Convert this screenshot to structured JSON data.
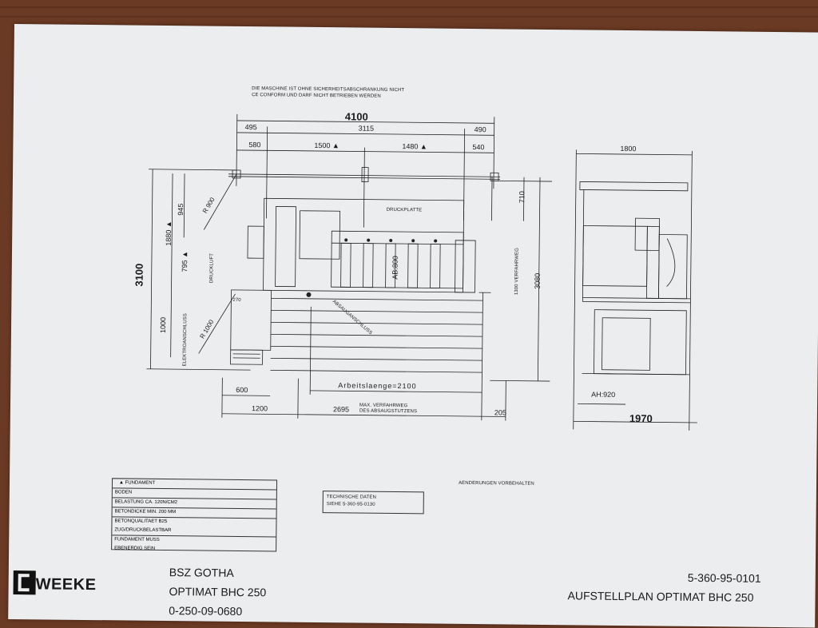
{
  "notice": {
    "line1": "DIE MASCHINE IST OHNE SICHERHEITSABSCHRANKUNG NICHT",
    "line2": "CE CONFORM UND DARF NICHT BETRIEBEN WERDEN"
  },
  "drawing": {
    "dim_total_width": "4100",
    "dim_495": "495",
    "dim_3115": "3115",
    "dim_490": "490",
    "dim_580": "580",
    "dim_1500": "1500 ▲",
    "dim_1480": "1480 ▲",
    "dim_540": "540",
    "dim_945": "945",
    "dim_1880": "1880 ▲",
    "dim_795": "795 ▲",
    "dim_3100": "3100",
    "dim_1000": "1000",
    "dim_710": "710",
    "dim_3080": "3080",
    "r900": "R 900",
    "r1000": "R 1000",
    "dim_270": "270",
    "druckluft": "DRUCKLUFT",
    "elektroanschluss": "ELEKTROANSCHLUSS",
    "druckplatte": "DRUCKPLATTE",
    "ab800": "AB:800",
    "verfahrweg": "1300 VERFAHRWEG",
    "absaug": "ABSAUGANSCHLUSS",
    "arbeitslaenge": "Arbeitslaenge=2100",
    "dim_600": "600",
    "dim_1200": "1200",
    "dim_2695": "2695",
    "max_verfahrweg_1": "MAX. VERFAHRWEG",
    "max_verfahrweg_2": "DES ABSAUGSTUTZENS",
    "dim_205": "205",
    "dim_1800": "1800",
    "ah920": "AH:920",
    "dim_1970": "1970"
  },
  "fundament_table": {
    "header": "▲ FUNDAMENT",
    "rows": [
      "BODEN",
      "BELASTUNG CA. 120N/CM2",
      "BETONDICKE MIN. 200 MM",
      "BETONQUALITAET B25",
      "ZUG/DRUCKBELASTBAR",
      "FUNDAMENT MUSS",
      "EBENERDIG SEIN"
    ]
  },
  "tech_box": {
    "line1": "TECHNISCHE DATEN",
    "line2": "SIEHE 5-360-95-0130"
  },
  "changes_note": "AENDERUNGEN VORBEHALTEN",
  "title_block": {
    "company": "WEEKE",
    "customer": "BSZ GOTHA",
    "machine": "OPTIMAT BHC 250",
    "order_no": "0-250-09-0680",
    "drawing_no": "5-360-95-0101",
    "drawing_title": "AUFSTELLPLAN OPTIMAT BHC 250"
  }
}
